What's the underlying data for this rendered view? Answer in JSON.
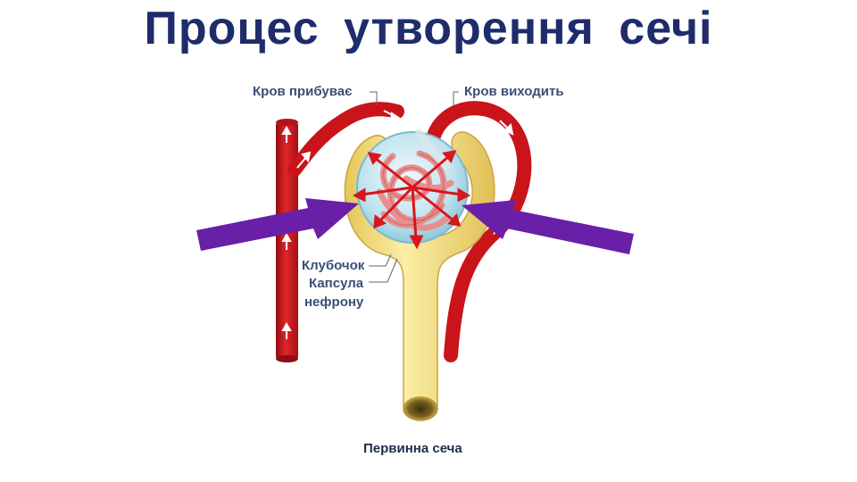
{
  "title": "Процес  утворення  сечі",
  "labels": {
    "blood_in": "Кров  прибуває",
    "blood_out": "Кров  виходить",
    "glomerulus": "Клубочок",
    "capsule_line1": "Капсула",
    "capsule_line2": "нефрону",
    "primary_urine": "Первинна  сеча"
  },
  "colors": {
    "title": "#1f2c6b",
    "vessel": "#d3151b",
    "capsule": "#f7e389",
    "pressure_arrow": "#6a1fa8",
    "filtration_arrow": "#d8161c",
    "label": "#3a4f77"
  },
  "icons": {
    "pressure": "arrow-right-icon",
    "filtration": "arrow-outward-icon",
    "flow": "arrow-up-icon"
  }
}
